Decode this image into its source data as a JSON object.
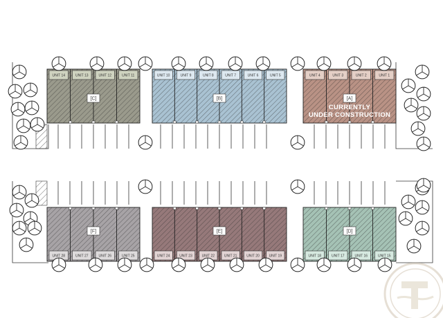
{
  "colors": {
    "C": "#9a9a8c",
    "B": "#a9c2d2",
    "A": "#b99285",
    "F": "#a7a3a6",
    "E": "#96797a",
    "D": "#a5c2b5",
    "tag_C": "#cfd3c0",
    "tag_B": "#dde8f0",
    "tag_A": "#e4cfc6",
    "tag_F": "#dedbdc",
    "tag_E": "#e2d4d4",
    "tag_D": "#d6e9e0"
  },
  "buildings": [
    {
      "id": "C",
      "label": "[C]",
      "units": [
        "UNIT 14",
        "UNIT 13",
        "UNIT 12",
        "UNIT 11"
      ]
    },
    {
      "id": "B",
      "label": "[B]",
      "units": [
        "UNIT 10",
        "UNIT 9",
        "UNIT 8",
        "UNIT 7",
        "UNIT 6",
        "UNIT 5"
      ]
    },
    {
      "id": "A",
      "label": "[A]",
      "units": [
        "UNIT 4",
        "UNIT 3",
        "UNIT 2",
        "UNIT 1"
      ],
      "status_lines": [
        "CURRENTLY",
        "UNDER CONSTRUCTION"
      ]
    },
    {
      "id": "F",
      "label": "[F]",
      "units": [
        "UNIT 28",
        "UNIT 27",
        "UNIT 26",
        "UNIT 25"
      ]
    },
    {
      "id": "E",
      "label": "[E]",
      "units": [
        "UNIT 24",
        "UNIT 23",
        "UNIT 22",
        "UNIT 21",
        "UNIT 20",
        "UNIT 19"
      ]
    },
    {
      "id": "D",
      "label": "[D]",
      "units": [
        "UNIT 18",
        "UNIT 17",
        "UNIT 16",
        "UNIT 15"
      ]
    }
  ],
  "icons": {
    "tree": "tree-icon",
    "parking": "parking-space",
    "watermark": "logo-watermark-icon"
  }
}
